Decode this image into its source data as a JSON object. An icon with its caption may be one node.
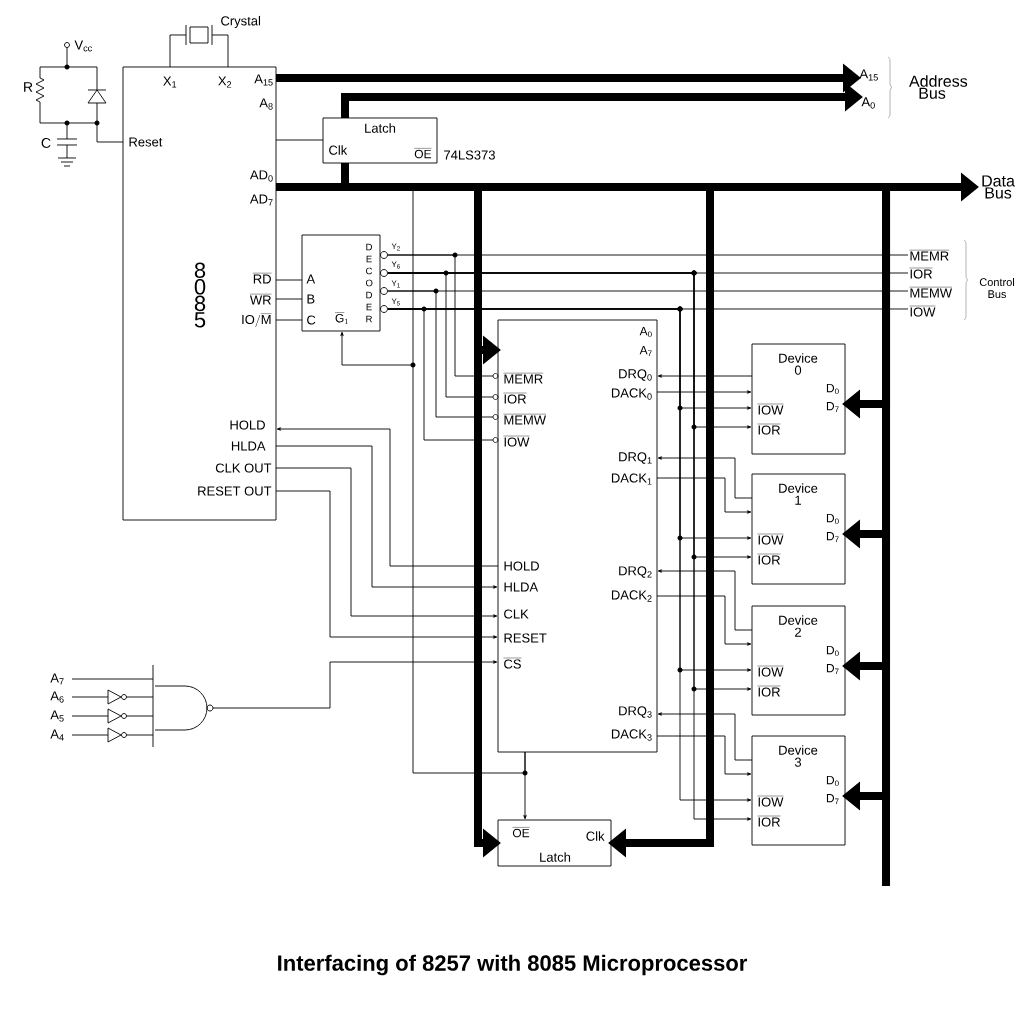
{
  "diagram": {
    "caption": "Interfacing of 8257 with 8085 Microprocessor",
    "nodes": [
      {
        "text": [
          "X$_{1}$",
          "X$_{2}$",
          "A$_{15}$",
          "A$_{8}$",
          "Reset",
          "AD$_{0}$",
          "AD$_{7}$",
          "8 0 8 5",
          "\\overline{\\mathrm{RD}}",
          "\\overline{\\mathrm{WR}}",
          "\\mathrm{IO}/\\overline{\\mathrm{M}}",
          "HOLD",
          "HLDA",
          "CLK OUT",
          "RESET OUT"
        ]
      },
      {
        "text": [
          "Latch",
          "Clk",
          "\\overline{\\mathrm{OE}}"
        ],
        "beside": [
          "74LS373"
        ]
      },
      {
        "text": [
          "A",
          "B",
          "C",
          "\\overline{\\mathrm{G}}_{1}",
          "D E C O D E R",
          "Y$_{2}$",
          "Y$_{6}$",
          "Y$_{1}$",
          "Y$_{5}$"
        ]
      },
      {
        "text": [
          "A$_{0}$",
          "A$_{7}$",
          "\\overline{\\mathrm{MEMR}}",
          "\\overline{\\mathrm{IOR}}",
          "\\overline{\\mathrm{MEMW}}",
          "\\overline{\\mathrm{IOW}}",
          "DRQ$_{0}$",
          "DACK$_{0}$",
          "DRQ$_{1}$",
          "DACK$_{1}$",
          "HOLD",
          "HLDA",
          "CLK",
          "RESET",
          "\\overline{\\mathrm{CS}}",
          "DRQ$_{2}$",
          "DACK$_{2}$",
          "DRQ$_{3}$",
          "DACK$_{3}$"
        ]
      },
      {
        "text": [
          "\\overline{\\mathrm{OE}}",
          "Clk",
          "Latch"
        ]
      },
      {
        "text": [
          "Device 0",
          "D$_{0}$",
          "D$_{7}$",
          "\\overline{\\mathrm{IOW}}",
          "\\overline{\\mathrm{IOR}}"
        ]
      },
      {
        "text": [
          "Device 1",
          "D$_{0}$",
          "D$_{7}$",
          "\\overline{\\mathrm{IOW}}",
          "\\overline{\\mathrm{IOR}}"
        ]
      },
      {
        "text": [
          "Device 2",
          "D$_{0}$",
          "D$_{7}$",
          "\\overline{\\mathrm{IOW}}",
          "\\overline{\\mathrm{IOR}}"
        ]
      },
      {
        "text": [
          "Device 3",
          "D$_{0}$",
          "D$_{7}$",
          "\\overline{\\mathrm{IOW}}",
          "\\overline{\\mathrm{IOR}}"
        ]
      },
      {
        "text": [
          "Crystal"
        ]
      },
      {
        "text": [],
        "shape": "picture",
        "beside": [
          "A$_{7}$",
          "A$_{6}$",
          "A$_{5}$",
          "A$_{4}$"
        ]
      },
      {
        "text": [
          "V$_{cc}$",
          "R",
          "C"
        ]
      },
      {
        "text": [
          "\\overline{\\mathrm{MEMR}}"
        ]
      },
      {
        "text": [
          "\\overline{\\mathrm{IOR}}"
        ]
      },
      {
        "text": [
          "\\overline{\\mathrm{MEMW}}"
        ]
      },
      {
        "text": [
          "\\overline{\\mathrm{IOW}}"
        ]
      },
      {
        "text": [
          "A$_{15}$"
        ]
      },
      {
        "text": [
          "A$_{0}$"
        ]
      }
    ],
    "edges": [
      {
        "from": 9,
        "to": 0,
        "arrow": "none"
      },
      {
        "from": 9,
        "to": 0,
        "arrow": "none"
      },
      {
        "from": 11,
        "to": 0,
        "arrow": "none"
      },
      {
        "from": 0,
        "to": 16,
        "arrow": "to",
        "style": "thick"
      },
      {
        "from": 1,
        "to": 17,
        "arrow": "to",
        "style": "thick"
      },
      {
        "from": 0,
        "to": null,
        "arrow": "to",
        "style": "thick"
      },
      {
        "from": 0,
        "to": 3,
        "arrow": "to",
        "style": "thick"
      },
      {
        "from": 0,
        "to": 4,
        "arrow": "to",
        "style": "thick"
      },
      {
        "from": 0,
        "to": 4,
        "arrow": "to",
        "style": "thick"
      },
      {
        "from": 0,
        "to": 5,
        "arrow": "to",
        "style": "thick"
      },
      {
        "from": 0,
        "to": 6,
        "arrow": "to",
        "style": "thick"
      },
      {
        "from": 0,
        "to": 7,
        "arrow": "to",
        "style": "thick"
      },
      {
        "from": 0,
        "to": 8,
        "arrow": "to",
        "style": "thick"
      },
      {
        "from": 0,
        "to": 1,
        "arrow": "none"
      },
      {
        "from": 0,
        "to": 2,
        "arrow": "none"
      },
      {
        "from": 0,
        "to": 2,
        "arrow": "none"
      },
      {
        "from": 0,
        "to": 2,
        "arrow": "none"
      },
      {
        "from": 2,
        "to": 12,
        "arrow": "none"
      },
      {
        "from": 2,
        "to": 13,
        "arrow": "none"
      },
      {
        "from": 2,
        "to": 14,
        "arrow": "none"
      },
      {
        "from": 2,
        "to": 15,
        "arrow": "none"
      },
      {
        "from": 2,
        "to": 3,
        "arrow": "none"
      },
      {
        "from": 2,
        "to": 3,
        "arrow": "none"
      },
      {
        "from": 2,
        "to": 3,
        "arrow": "none"
      },
      {
        "from": 2,
        "to": 3,
        "arrow": "none"
      },
      {
        "from": 2,
        "to": 5,
        "arrow": "to"
      },
      {
        "from": 2,
        "to": 6,
        "arrow": "to"
      },
      {
        "from": 2,
        "to": 7,
        "arrow": "to"
      },
      {
        "from": 2,
        "to": 8,
        "arrow": "to"
      },
      {
        "from": 2,
        "to": 5,
        "arrow": "to"
      },
      {
        "from": 2,
        "to": 6,
        "arrow": "to"
      },
      {
        "from": 2,
        "to": 7,
        "arrow": "to"
      },
      {
        "from": 2,
        "to": 8,
        "arrow": "to"
      },
      {
        "from": 3,
        "to": 2,
        "arrow": "to"
      },
      {
        "from": 3,
        "to": 4,
        "arrow": "to"
      },
      {
        "from": 3,
        "to": 0,
        "arrow": "to"
      },
      {
        "from": 0,
        "to": 3,
        "arrow": "to"
      },
      {
        "from": 0,
        "to": 3,
        "arrow": "to"
      },
      {
        "from": 0,
        "to": 3,
        "arrow": "to"
      },
      {
        "from": 10,
        "to": 3,
        "arrow": "to"
      },
      {
        "from": 5,
        "to": 3,
        "arrow": "to"
      },
      {
        "from": 6,
        "to": 3,
        "arrow": "to"
      },
      {
        "from": 7,
        "to": 3,
        "arrow": "to"
      },
      {
        "from": 8,
        "to": 3,
        "arrow": "to"
      },
      {
        "from": 3,
        "to": 5,
        "arrow": "to"
      },
      {
        "from": 3,
        "to": 6,
        "arrow": "to"
      },
      {
        "from": 3,
        "to": 7,
        "arrow": "to"
      },
      {
        "from": 3,
        "to": 8,
        "arrow": "to"
      }
    ],
    "labels": [
      "Address Bus",
      "Data Bus",
      "Control Bus"
    ]
  }
}
